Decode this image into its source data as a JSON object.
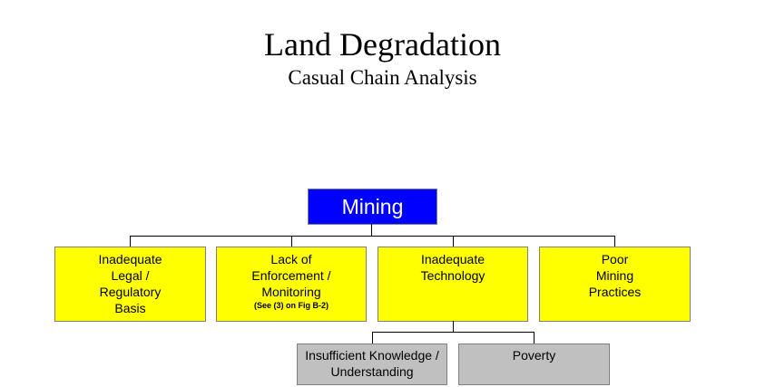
{
  "title": "Land Degradation",
  "subtitle": "Casual Chain Analysis",
  "root": {
    "label": "Mining"
  },
  "causes": [
    {
      "lines": [
        "Inadequate",
        "Legal /",
        "Regulatory",
        "Basis"
      ]
    },
    {
      "lines": [
        "Lack of",
        "Enforcement /",
        "Monitoring"
      ],
      "note": "(See (3) on Fig B-2)"
    },
    {
      "lines": [
        "Inadequate",
        "Technology"
      ]
    },
    {
      "lines": [
        "Poor",
        "Mining",
        "Practices"
      ]
    }
  ],
  "subcauses": [
    {
      "lines": [
        "Insufficient Knowledge /",
        "Understanding"
      ]
    },
    {
      "lines": [
        "Poverty"
      ]
    }
  ],
  "colors": {
    "root": "#0000ff",
    "cause": "#ffff00",
    "subcause": "#c0c0c0"
  }
}
